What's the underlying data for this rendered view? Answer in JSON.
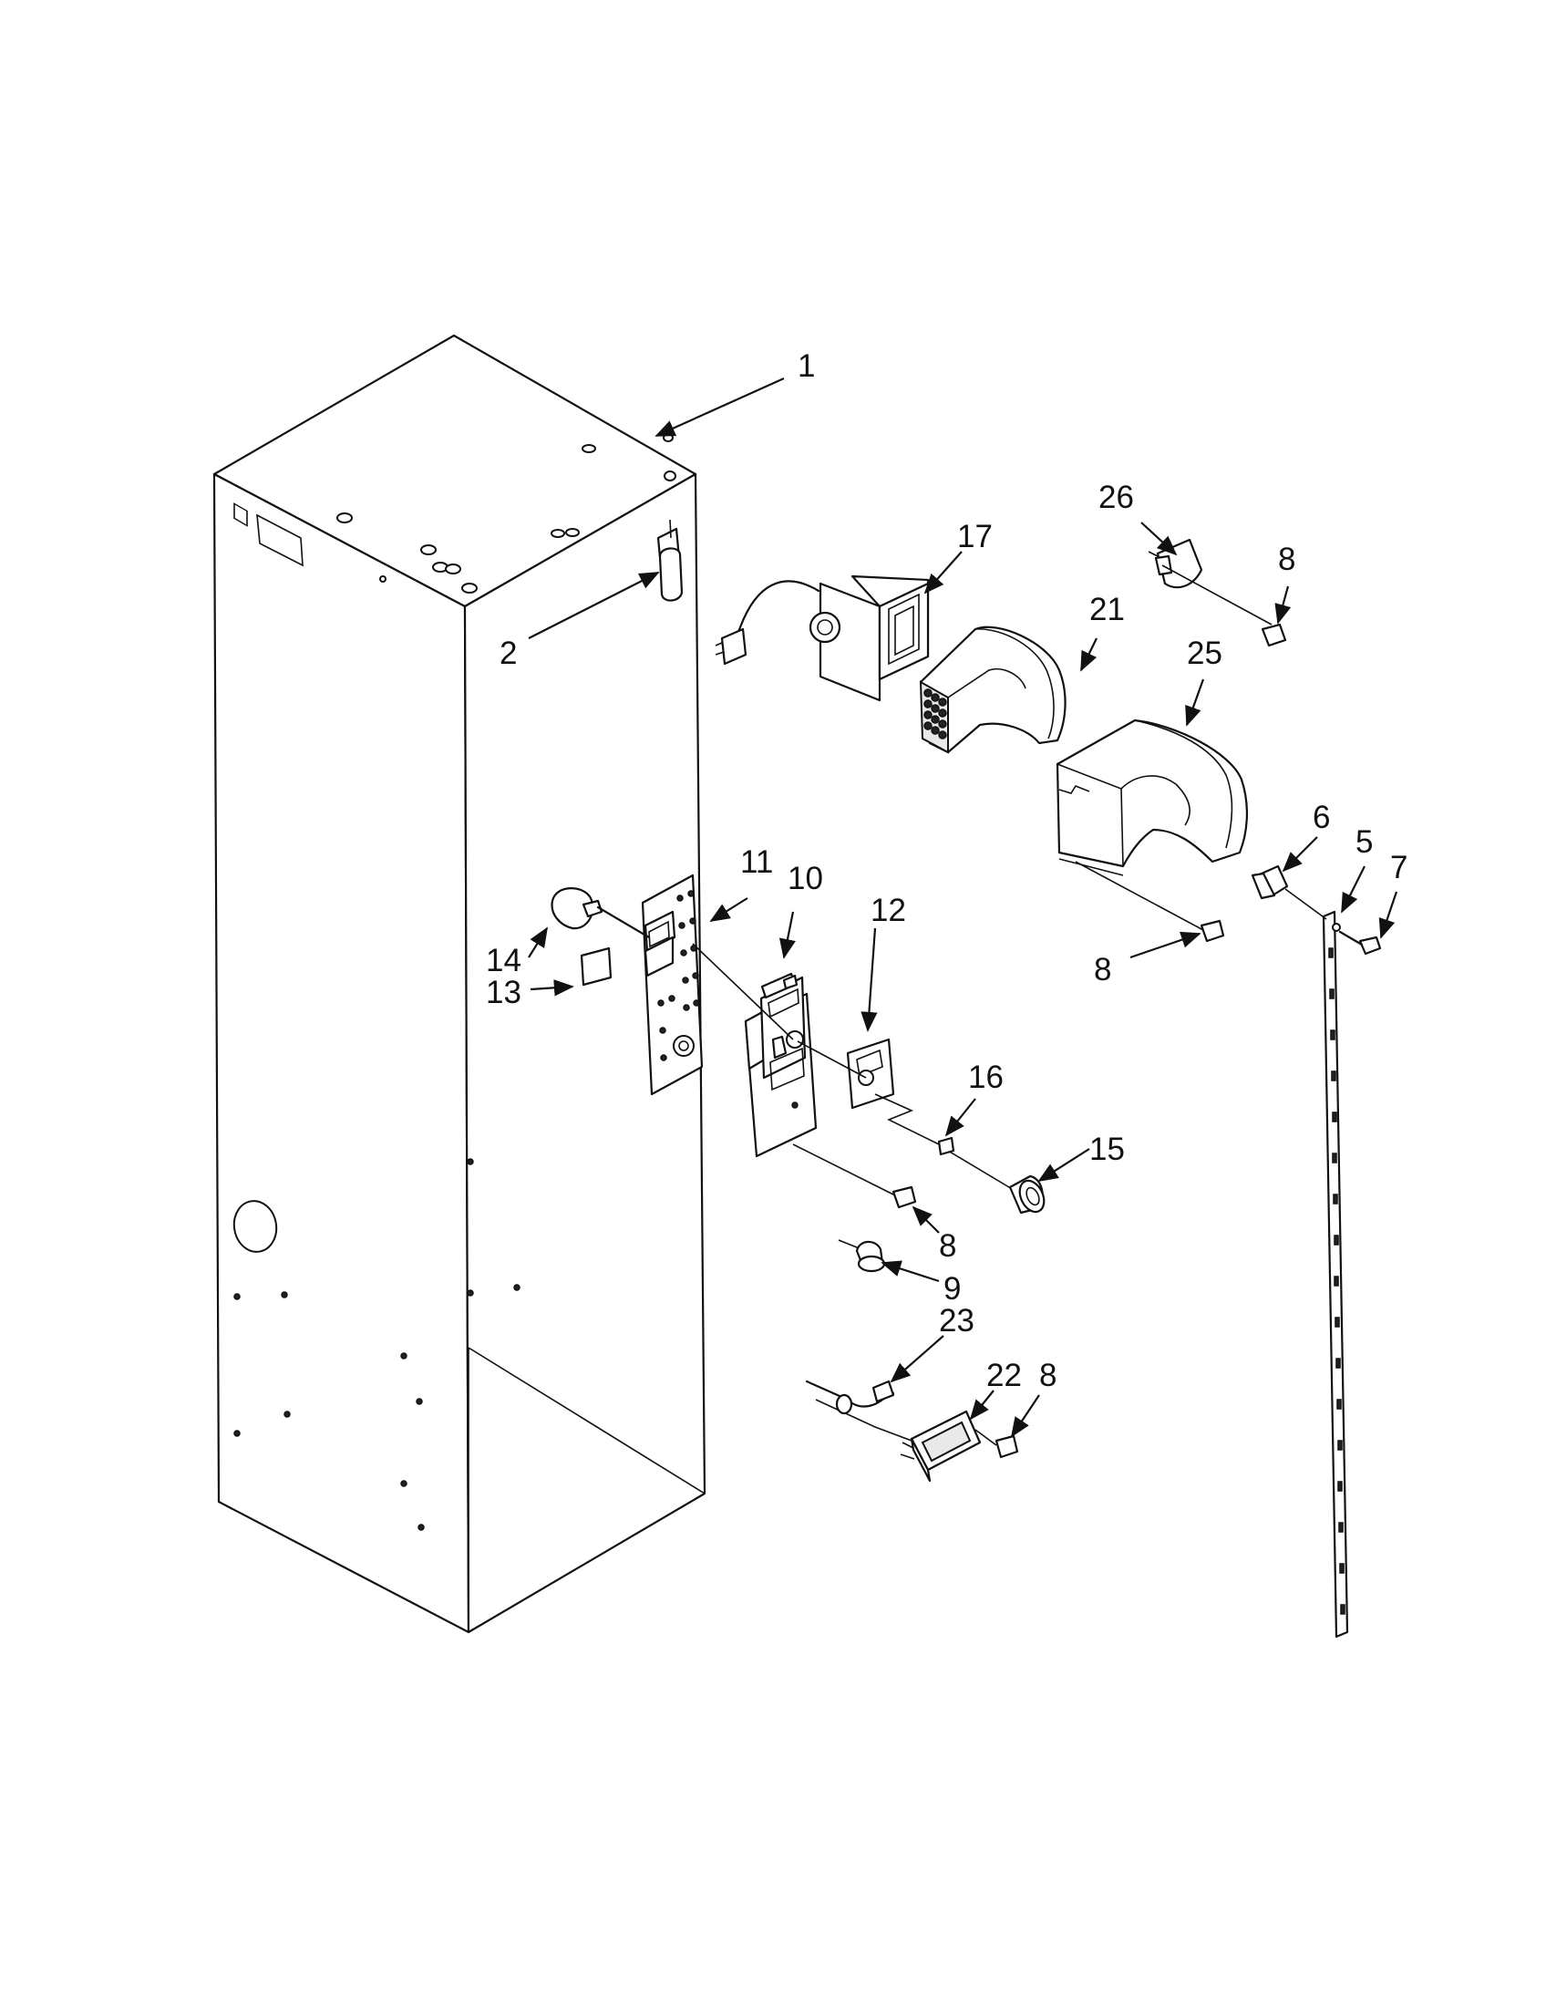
{
  "callouts": {
    "c1": "1",
    "c2": "2",
    "c5": "5",
    "c6": "6",
    "c7": "7",
    "c8a": "8",
    "c8b": "8",
    "c8c": "8",
    "c8d": "8",
    "c9": "9",
    "c10": "10",
    "c11": "11",
    "c12": "12",
    "c13": "13",
    "c14": "14",
    "c15": "15",
    "c16": "16",
    "c17": "17",
    "c21": "21",
    "c22": "22",
    "c23": "23",
    "c25": "25",
    "c26": "26"
  }
}
